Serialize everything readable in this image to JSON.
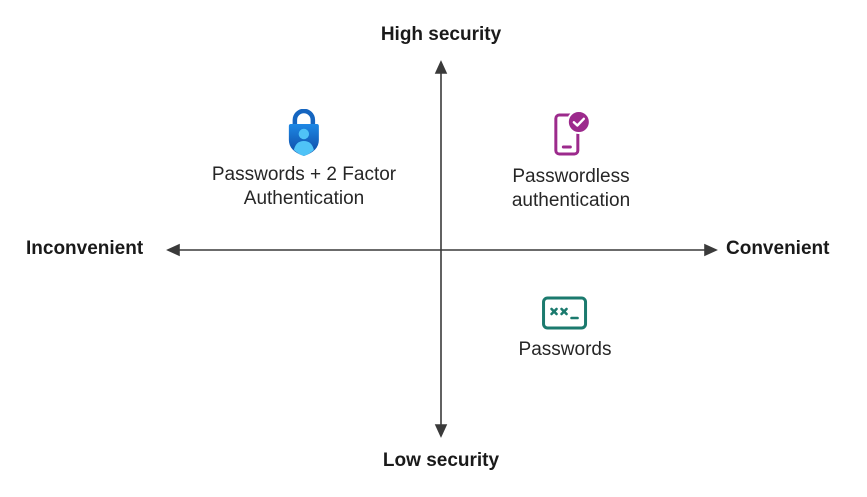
{
  "axes": {
    "top_label": "High security",
    "bottom_label": "Low security",
    "left_label": "Inconvenient",
    "right_label": "Convenient"
  },
  "quadrants": {
    "top_left": {
      "icon": "authenticator-lock-icon",
      "line1": "Passwords + 2 Factor",
      "line2": "Authentication"
    },
    "top_right": {
      "icon": "phone-check-icon",
      "line1": "Passwordless",
      "line2": "authentication"
    },
    "bottom_right": {
      "icon": "password-field-icon",
      "line1": "Passwords"
    }
  },
  "colors": {
    "authenticator_blue": "#1565c0",
    "authenticator_light": "#4fc3f7",
    "passwordless_magenta": "#9c2a8c",
    "password_teal": "#1b7a6e",
    "axis": "#3a3a3a"
  }
}
